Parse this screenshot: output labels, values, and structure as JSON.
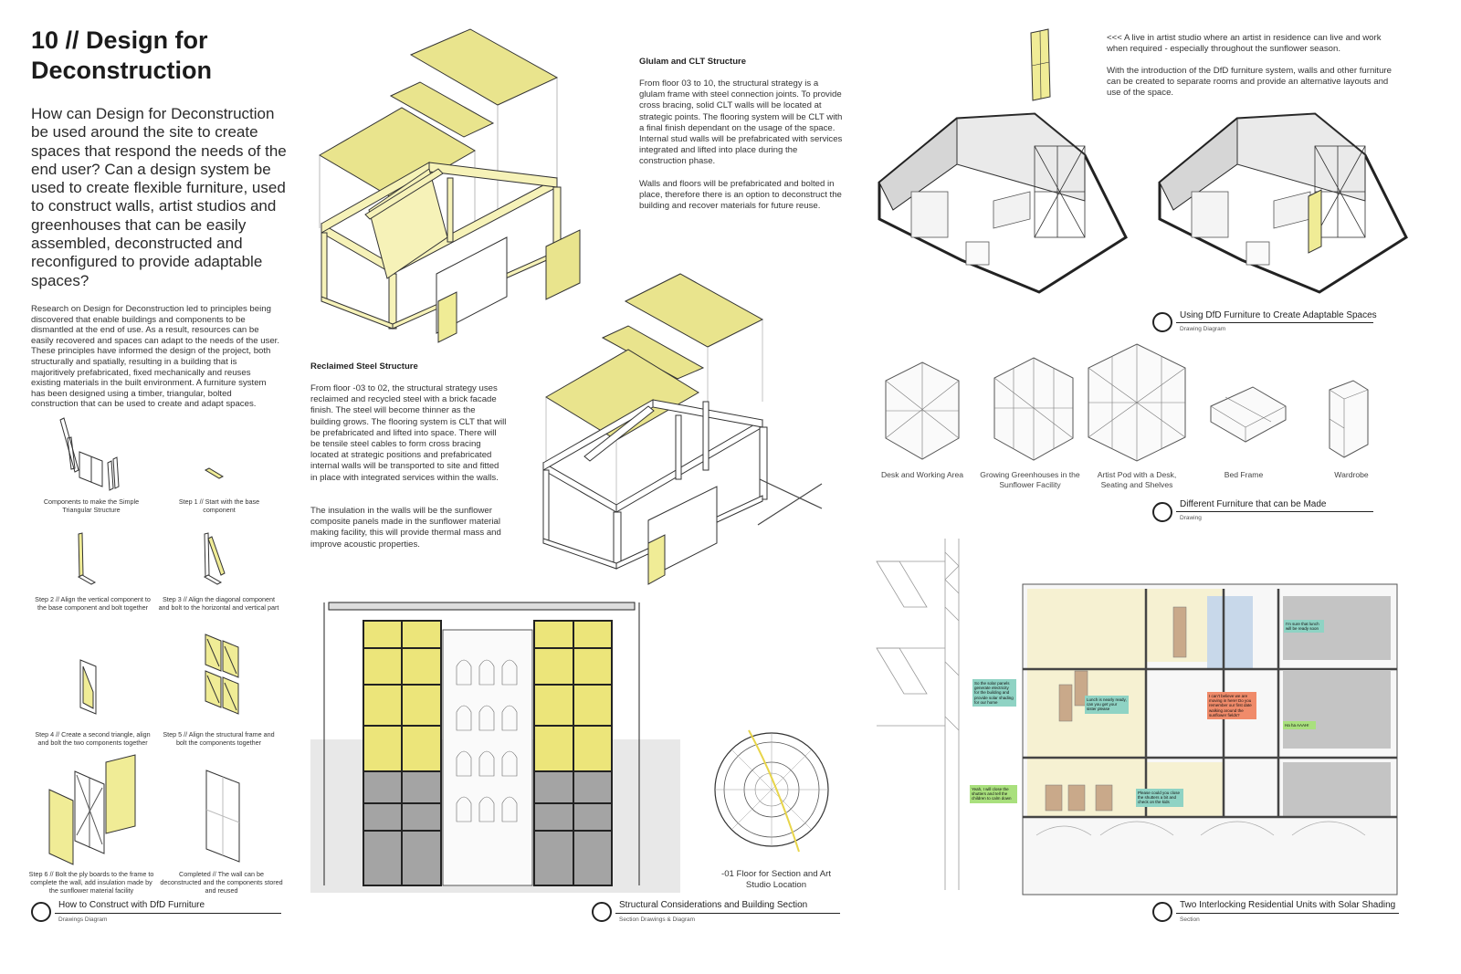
{
  "header": {
    "title": "10 // Design for Deconstruction",
    "question": "How can Design for Deconstruction be used around the site to create spaces that respond the needs of the end user? Can a design system be used to create flexible furniture, used to construct walls, artist studios and greenhouses that can be easily assembled, deconstructed and reconfigured to provide adaptable spaces?",
    "research": "Research on Design for Deconstruction led to principles being discovered that enable buildings and components to be dismantled at the end of use. As a result, resources can be easily recovered and spaces can adapt to the needs of the user. These principles have informed the design of the project, both structurally and spatially, resulting in a building that is majoritively prefabricated, fixed mechanically and reuses existing materials in the built environment. A furniture system has been designed using a timber, triangular, bolted construction that can be used to create and adapt spaces."
  },
  "steps": [
    {
      "caption": "Components to make the Simple Triangular Structure"
    },
    {
      "caption": "Step 1 // Start with the base component"
    },
    {
      "caption": "Step 2 // Align the vertical component to the base component and bolt together"
    },
    {
      "caption": "Step 3 // Align the diagonal component and bolt to the horizontal and vertical part"
    },
    {
      "caption": "Step 4 // Create a second triangle, align and bolt the two components together"
    },
    {
      "caption": "Step 5 // Align the structural frame and bolt the components together"
    },
    {
      "caption": "Step 6 // Bolt the ply boards to the frame to complete the wall, add insulation made by the sunflower material facility"
    },
    {
      "caption": "Completed // The wall can be deconstructed and the components stored and reused"
    }
  ],
  "glulam": {
    "heading": "Glulam and CLT Structure",
    "p1": "From floor 03 to 10, the structural strategy is a glulam frame with steel connection joints. To provide cross bracing, solid CLT walls will be located at strategic points. The flooring system will be CLT with a final finish dependant on the usage of the space. Internal stud walls will be prefabricated with services integrated and lifted into place during the construction phase.",
    "p2": "Walls and floors will be prefabricated and bolted in place, therefore there is an option to deconstruct the building and recover materials for future reuse."
  },
  "steel": {
    "heading": "Reclaimed Steel Structure",
    "p1": "From floor -03 to 02, the structural strategy uses reclaimed and recycled steel with a brick facade finish. The steel will become thinner as the building grows. The flooring system is CLT that will be prefabricated and lifted into space. There will be tensile steel cables to form cross bracing located at strategic positions and prefabricated internal walls will be transported to site and fitted in place with integrated services within the walls.",
    "p2": "The insulation in the walls will be the sunflower composite panels made in the sunflower material making facility, this will provide thermal mass and improve acoustic properties."
  },
  "studio": {
    "p1": "<<< A live in artist studio where an artist in residence can live and work when required - especially throughout the sunflower season.",
    "p2": "With the introduction of the DfD furniture system, walls and other furniture can be created to separate rooms and provide an alternative layouts and use of the space."
  },
  "furniture": [
    {
      "label": "Desk and Working Area"
    },
    {
      "label": "Growing Greenhouses in the Sunflower Facility"
    },
    {
      "label": "Artist Pod with a Desk, Seating and Shelves"
    },
    {
      "label": "Bed Frame"
    },
    {
      "label": "Wardrobe"
    }
  ],
  "location_caption": "-01 Floor for Section and Art Studio Location",
  "bubbles": [
    "So the solar panels generate electricity for the building and provide solar shading for our home",
    "Lunch is nearly ready, can you get your sister please",
    "I can't believe we are moving in here! Do you remember our first date walking around the sunflower fields?",
    "I'm sure that lunch will be ready soon",
    "Ha ha AAAH!",
    "Yeah, I will close the shutters and tell the children to calm down",
    "Please could you close the shutters a bit and check on the kids"
  ],
  "figures": [
    {
      "title": "How to Construct with DfD Furniture",
      "sub": "Drawings Diagram"
    },
    {
      "title": "Structural Considerations and Building Section",
      "sub": "Section Drawings & Diagram"
    },
    {
      "title": "Using DfD Furniture to Create Adaptable Spaces",
      "sub": "Drawing Diagram"
    },
    {
      "title": "Different Furniture that can be Made",
      "sub": "Drawing"
    },
    {
      "title": "Two Interlocking Residential Units with Solar Shading",
      "sub": "Section"
    }
  ],
  "colors": {
    "accent_yellow": "#f0ec96",
    "frame_yellow": "#f6f2b8",
    "line": "#222222",
    "grey": "#9a9a9a"
  }
}
